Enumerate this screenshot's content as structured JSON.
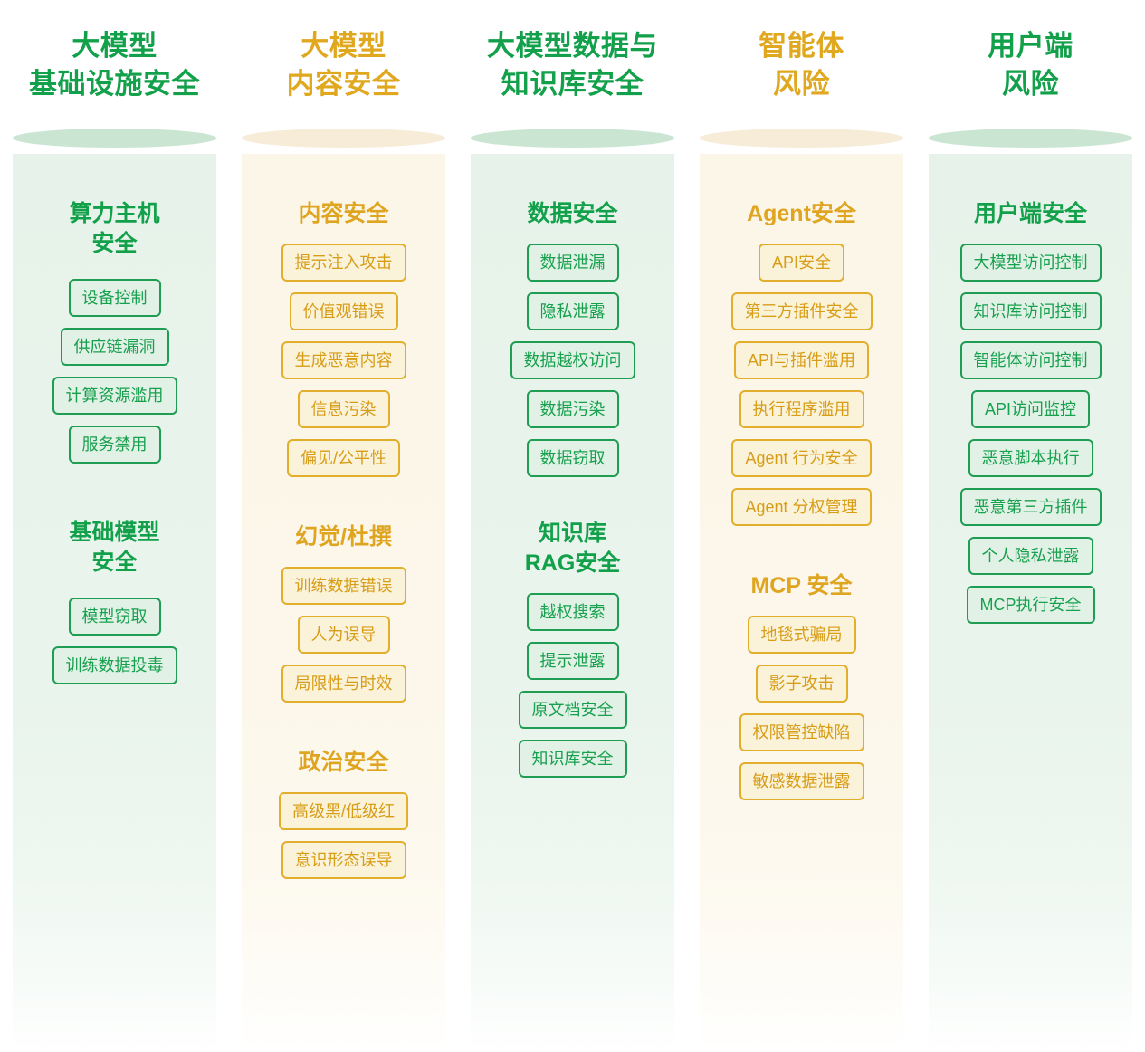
{
  "palette": {
    "green_text": "#12a04a",
    "green_border": "#1f9d52",
    "green_fill": "#e1f1e6",
    "green_column": "#e7f3ea",
    "green_cap": "#cbe5d3",
    "orange_text": "#e0a81f",
    "orange_border": "#e2ae2c",
    "orange_fill": "#fbf2da",
    "orange_column": "#fcf6e8",
    "orange_cap": "#f6ecd7"
  },
  "columns": [
    {
      "title": "大模型\n基础设施安全",
      "theme": "green",
      "top_gap": 50,
      "sections": [
        {
          "title": "算力主机\n安全",
          "gap_before": 0,
          "gap_after": 22,
          "items": [
            "设备控制",
            "供应链漏洞",
            "计算资源滥用",
            "服务禁用"
          ]
        },
        {
          "title": "基础模型\n安全",
          "gap_before": 60,
          "gap_after": 22,
          "items": [
            "模型窃取",
            "训练数据投毒"
          ]
        }
      ]
    },
    {
      "title": "大模型\n内容安全",
      "theme": "orange",
      "top_gap": 50,
      "sections": [
        {
          "title": "内容安全",
          "gap_before": 0,
          "gap_after": 16,
          "items": [
            "提示注入攻击",
            "价值观错误",
            "生成恶意内容",
            "信息污染",
            "偏见/公平性"
          ]
        },
        {
          "title": "幻觉/杜撰",
          "gap_before": 50,
          "gap_after": 16,
          "items": [
            "训练数据错误",
            "人为误导",
            "局限性与时效"
          ]
        },
        {
          "title": "政治安全",
          "gap_before": 50,
          "gap_after": 16,
          "items": [
            "高级黑/低级红",
            "意识形态误导"
          ]
        }
      ]
    },
    {
      "title": "大模型数据与\n知识库安全",
      "theme": "green",
      "top_gap": 50,
      "sections": [
        {
          "title": "数据安全",
          "gap_before": 0,
          "gap_after": 16,
          "items": [
            "数据泄漏",
            "隐私泄露",
            "数据越权访问",
            "数据污染",
            "数据窃取"
          ]
        },
        {
          "title": "知识库\nRAG安全",
          "gap_before": 46,
          "gap_after": 16,
          "items": [
            "越权搜索",
            "提示泄露",
            "原文档安全",
            "知识库安全"
          ]
        }
      ]
    },
    {
      "title": "智能体\n风险",
      "theme": "orange",
      "top_gap": 50,
      "sections": [
        {
          "title": "Agent安全",
          "gap_before": 0,
          "gap_after": 16,
          "items": [
            "API安全",
            "第三方插件安全",
            "API与插件滥用",
            "执行程序滥用",
            "Agent 行为安全",
            "Agent 分权管理"
          ]
        },
        {
          "title": "MCP 安全",
          "gap_before": 50,
          "gap_after": 16,
          "items": [
            "地毯式骗局",
            "影子攻击",
            "权限管控缺陷",
            "敏感数据泄露"
          ]
        }
      ]
    },
    {
      "title": "用户端\n风险",
      "theme": "green",
      "top_gap": 50,
      "sections": [
        {
          "title": "用户端安全",
          "gap_before": 0,
          "gap_after": 16,
          "items": [
            "大模型访问控制",
            "知识库访问控制",
            "智能体访问控制",
            "API访问监控",
            "恶意脚本执行",
            "恶意第三方插件",
            "个人隐私泄露",
            "MCP执行安全"
          ]
        }
      ]
    }
  ]
}
